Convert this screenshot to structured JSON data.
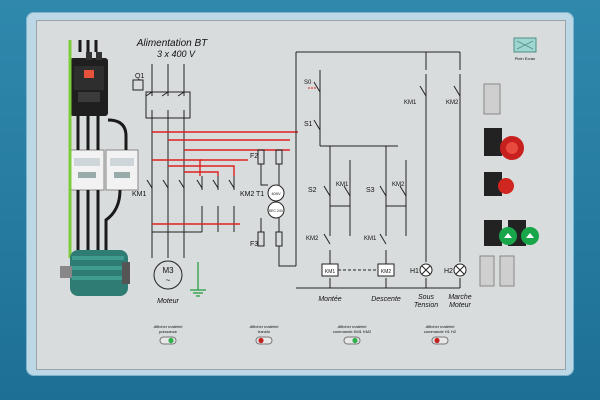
{
  "supply": {
    "title": "Alimentation BT",
    "voltage": "3 x 400 V"
  },
  "corner_icon_label": "Plein Ecran",
  "components": {
    "q1": "Q1",
    "km1": "KM1",
    "km2": "KM2",
    "f2": "F2",
    "f3": "F3",
    "t1": "T1",
    "s0": "S0",
    "s1": "S1",
    "s2": "S2",
    "s3": "S3",
    "h1": "H1",
    "h2": "H2",
    "motor": "M3",
    "motor_symbol": "~"
  },
  "transformer": {
    "primary": "400V",
    "secondary": "SEC 24V"
  },
  "labels": {
    "motor": "Moteur",
    "up": "Montée",
    "down": "Descente",
    "power_on_1": "Sous",
    "power_on_2": "Tension",
    "motor_run_1": "Marche",
    "motor_run_2": "Moteur"
  },
  "toggles": [
    {
      "line1": "Afficher matériel",
      "line2": "puissance",
      "state": "on"
    },
    {
      "line1": "Afficher matériel",
      "line2": "transfo",
      "state": "off"
    },
    {
      "line1": "Afficher matériel",
      "line2": "commande KM1 KM2",
      "state": "on"
    },
    {
      "line1": "Afficher matériel",
      "line2": "commande H1 H2",
      "state": "off"
    }
  ]
}
